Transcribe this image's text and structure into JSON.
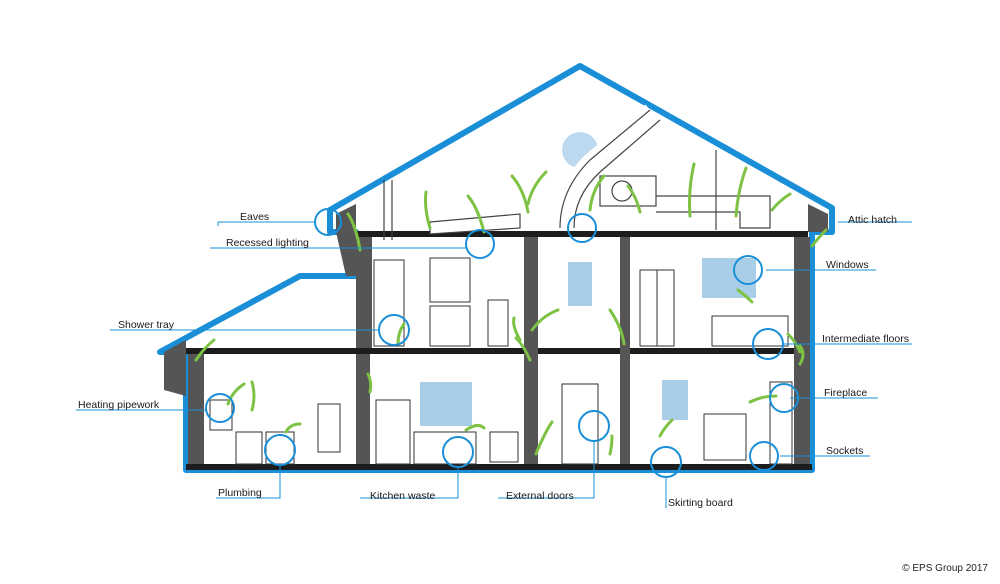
{
  "labels": {
    "eaves": "Eaves",
    "recessed_lighting": "Recessed lighting",
    "shower_tray": "Shower tray",
    "heating_pipework": "Heating pipework",
    "plumbing": "Plumbing",
    "kitchen_waste": "Kitchen waste",
    "external_doors": "External doors",
    "skirting_board": "Skirting board",
    "attic_hatch": "Attic hatch",
    "windows": "Windows",
    "intermediate_floors": "Intermediate floors",
    "fireplace": "Fireplace",
    "sockets": "Sockets"
  },
  "copyright": "© EPS Group 2017",
  "colors": {
    "outline": "#1a8fd8",
    "wall": "#1d1d1d",
    "cavity": "#555555",
    "arrow": "#7dc242",
    "window": "#a9cfe8",
    "sun": "#bcd9ef",
    "leader": "#1a8fd8"
  }
}
